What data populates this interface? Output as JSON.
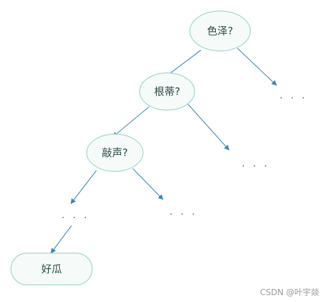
{
  "diagram": {
    "nodes": [
      {
        "id": "color",
        "label": "色泽?"
      },
      {
        "id": "root",
        "label": "根蒂?"
      },
      {
        "id": "knock",
        "label": "敲声?"
      },
      {
        "id": "good",
        "label": "好瓜"
      }
    ],
    "ellipses": [
      "· · ·",
      "· · ·",
      "· · ·",
      "· · ·"
    ],
    "edges": [
      {
        "from": "color",
        "to": "root"
      },
      {
        "from": "color",
        "to": "ellipsis-1"
      },
      {
        "from": "root",
        "to": "knock"
      },
      {
        "from": "root",
        "to": "ellipsis-2"
      },
      {
        "from": "knock",
        "to": "ellipsis-3"
      },
      {
        "from": "knock",
        "to": "ellipsis-4"
      },
      {
        "from": "ellipsis-3",
        "to": "good"
      }
    ],
    "colors": {
      "node_fill": "#f6fbfa",
      "node_stroke": "#9fd6cc",
      "edge": "#3f86b4",
      "text": "#2a4a45"
    }
  },
  "watermark": "CSDN @叶宇燚"
}
